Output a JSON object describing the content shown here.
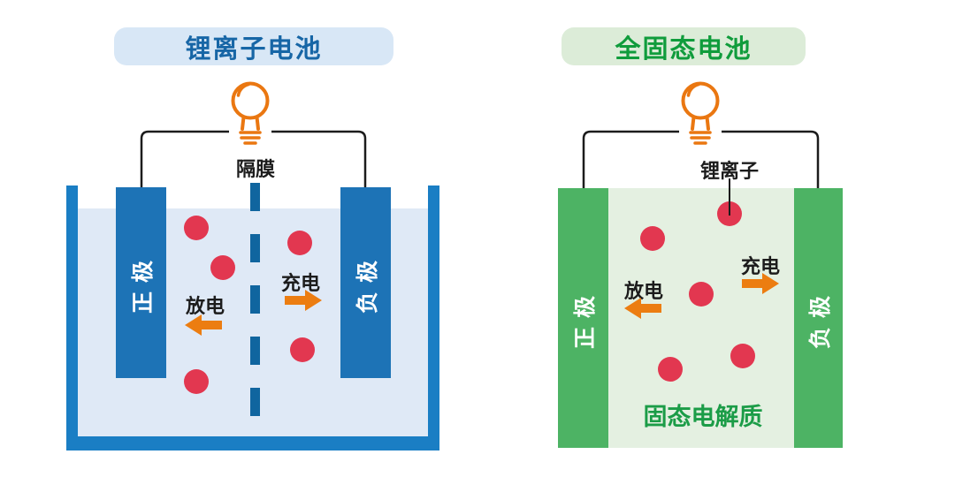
{
  "colors": {
    "blue_title": "#1766a6",
    "blue_badge_bg": "#d8e7f6",
    "green_title": "#109c3c",
    "green_badge_bg": "#dcecd8",
    "tank_wall_blue": "#1a7ec4",
    "electrode_blue": "#1d73b6",
    "liquid_electrolyte_blue": "#dfe9f6",
    "separator_dash_blue": "#10659f",
    "ion_red": "#e23750",
    "arrow_orange": "#ec7d11",
    "bulb_orange": "#ea7711",
    "electrode_green": "#4db364",
    "solid_electrolyte_bg": "#e4f0e1",
    "solid_electrolyte_text": "#1b9c47",
    "wire_black": "#1c1c1c"
  },
  "left": {
    "title": "锂离子电池",
    "separator_label": "隔膜",
    "positive_electrode": "正极",
    "negative_electrode": "负极",
    "discharge_label": "放电",
    "charge_label": "充电",
    "ion_count": 5
  },
  "right": {
    "title": "全固态电池",
    "lithium_ion_label": "锂离子",
    "positive_electrode": "正极",
    "negative_electrode": "负极",
    "discharge_label": "放电",
    "charge_label": "充电",
    "electrolyte_label": "固态电解质",
    "ion_count": 5
  }
}
